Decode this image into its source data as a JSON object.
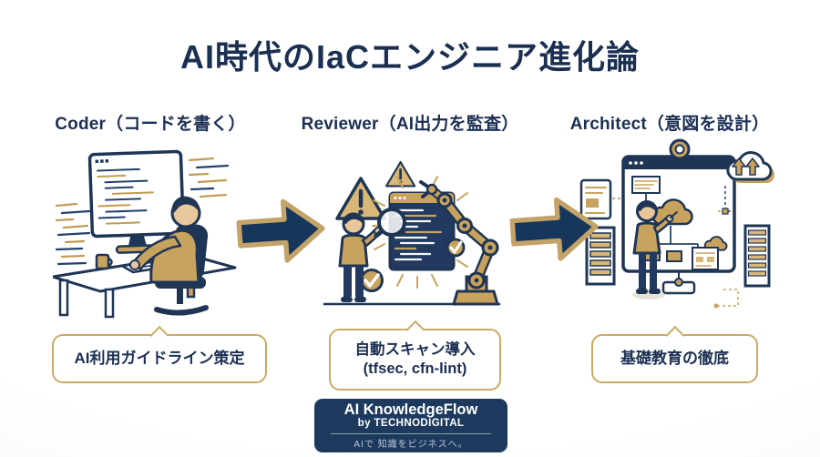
{
  "title": "AI時代のIaCエンジニア進化論",
  "stages": [
    {
      "heading": "Coder（コードを書く）",
      "label_lines": [
        "AI利用ガイドライン策定"
      ],
      "illustration": "developer-coding-at-desk"
    },
    {
      "heading": "Reviewer（AI出力を監査）",
      "label_lines": [
        "自動スキャン導入",
        "(tfsec, cfn-lint)"
      ],
      "illustration": "reviewer-magnifier-code-panel-robot-arm"
    },
    {
      "heading": "Architect（意図を設計）",
      "label_lines": [
        "基礎教育の徹底"
      ],
      "illustration": "architect-pointing-cloud-architecture-board"
    }
  ],
  "footer": {
    "brand": "AI KnowledgeFlow",
    "byline": "by TECHNODIGITAL",
    "tagline": "AIで 知識をビジネスへ。"
  },
  "colors": {
    "navy": "#1c335a",
    "gold": "#c8a35e",
    "gold_border": "#c9aa66",
    "background_edge": "#f1f4f8"
  }
}
